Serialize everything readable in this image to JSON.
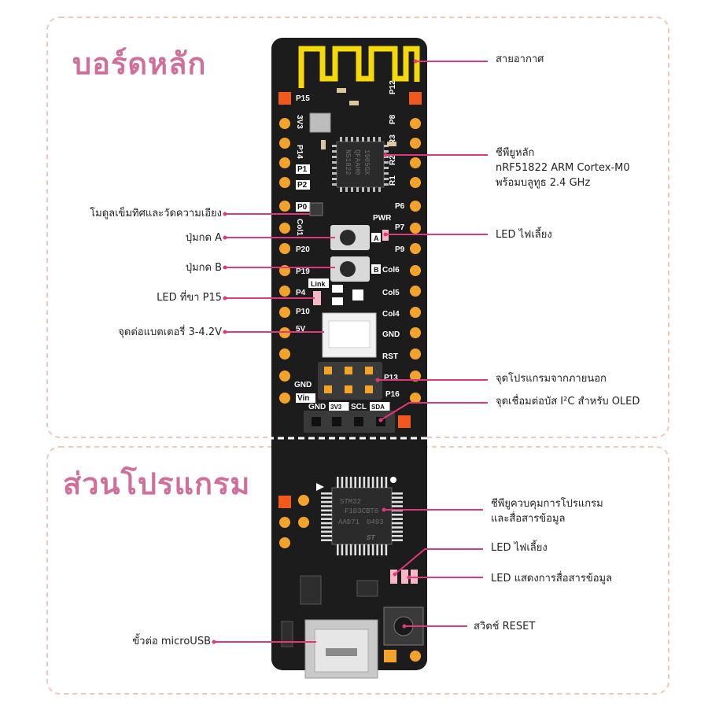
{
  "sections": {
    "main_board": "บอร์ดหลัก",
    "programmer": "ส่วนโปรแกรม"
  },
  "callouts": {
    "antenna": "สายอากาศ",
    "main_chip_line1": "ชีพียูหลัก",
    "main_chip_line2": "nRF51822 ARM Cortex-M0",
    "main_chip_line3": "พร้อมบลูทูธ 2.4 GHz",
    "compass_module": "โมดูลเข็มทิศและวัดความเอียง",
    "button_a": "ปุ่มกด A",
    "button_b": "ปุ่มกด B",
    "led_p15": "LED ที่ขา P15",
    "battery": "จุดต่อแบตเตอรี่ 3-4.2V",
    "led_power": "LED ไฟเลี้ยง",
    "ext_program": "จุดโปรแกรมจากภายนอก",
    "i2c_oled": "จุดเชื่อมต่อบัส I²C สำหรับ OLED",
    "prog_chip_line1": "ชีพียูควบคุมการโปรแกรม",
    "prog_chip_line2": "และสื่อสารข้อมูล",
    "led_power2": "LED ไฟเลี้ยง",
    "led_comm": "LED แสดงการสื่อสารข้อมูล",
    "reset": "สวิตช์ RESET",
    "microusb": "ขั้วต่อ microUSB"
  },
  "board": {
    "left_pins": [
      "P15",
      "3V3",
      "P14",
      "P1",
      "P2",
      "P0",
      "Col1",
      "P20",
      "P19",
      "P4",
      "P10",
      "5V",
      "GND",
      "Vin"
    ],
    "right_pins": [
      "P12",
      "P8",
      "R3",
      "R2",
      "R1",
      "P6",
      "PWR",
      "P7",
      "P9",
      "Col6",
      "Col5",
      "Col4",
      "GND",
      "RST",
      "P13",
      "P16"
    ],
    "bottom_header": [
      "GND",
      "3V3",
      "SCL",
      "SDA"
    ],
    "link_label": "Link",
    "btn_a_mark": "A",
    "btn_b_mark": "B",
    "main_chip_text": [
      "N51822",
      "QFAAH0",
      "1905GX"
    ],
    "prog_chip_text": [
      "STM32",
      "F103CBT6",
      "AA071",
      "0493"
    ],
    "st_logo": "ST"
  },
  "colors": {
    "pcb": "#1c1c1c",
    "pad": "#f4a32a",
    "pad_square": "#f0581c",
    "antenna": "#f5d90a",
    "callout_line": "#e0387a",
    "section_title": "#d06f9b",
    "dashed_border": "#f0c7b8"
  }
}
